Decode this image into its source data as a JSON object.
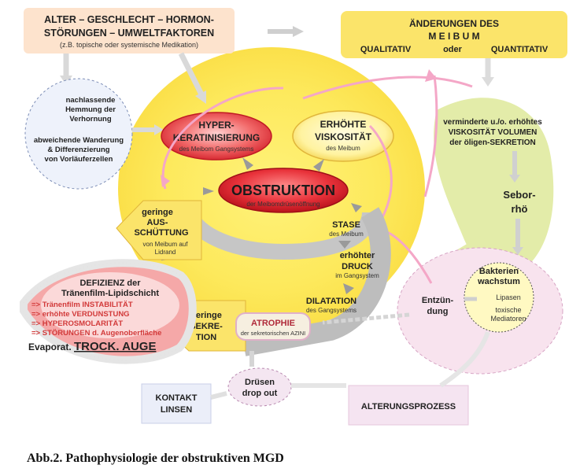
{
  "factors": {
    "line1": "ALTER – GESCHLECHT – HORMON-",
    "line2": "STÖRUNGEN – UMWELTFAKTOREN",
    "line3": "(z.B. topische oder systemische Medikation)"
  },
  "meibum_change": {
    "line1": "ÄNDERUNGEN DES",
    "line2": "M E I B U M",
    "qual": "QUALITATIV",
    "oder": "oder",
    "quant": "QUANTITATIV"
  },
  "hemmung": {
    "l1": "nachlassende",
    "l2": "Hemmung der",
    "l3": "Verhornung",
    "l4": "abweichende Wanderung",
    "l5": "& Differenzierung",
    "l6": "von Vorläuferzellen"
  },
  "hyperkeratinisierung": {
    "l1": "HYPER-",
    "l2": "KERATINISIERUNG",
    "sub": "des Meibom Gangsystems"
  },
  "viskositaet": {
    "l1": "ERHÖHTE",
    "l2": "VISKOSITÄT",
    "sub": "des Meibum"
  },
  "obstruktion": {
    "title": "OBSTRUKTION",
    "sub": "der Meibomdrüsenöffnung"
  },
  "secretion": {
    "l1": "verminderte u./o. erhöhtes",
    "l2": "VISKOSITÄT VOLUMEN",
    "l3": "der öligen-SEKRETION"
  },
  "seborrhoe": {
    "l1": "Sebor-",
    "l2": "rhö"
  },
  "ausschuettung": {
    "l1": "geringe",
    "l2": "AUS-",
    "l3": "SCHÜTTUNG",
    "l4": "von Meibum auf",
    "l5": "Lidrand"
  },
  "stase": {
    "title": "STASE",
    "sub": "des Meibum"
  },
  "druck": {
    "l1": "erhöhter",
    "l2": "DRUCK",
    "sub": "im Gangsystem"
  },
  "dilatation": {
    "title": "DILATATION",
    "sub": "des Gangsystems"
  },
  "sekretion": {
    "l1": "geringe",
    "l2": "SEKRE-",
    "l3": "TION"
  },
  "atrophie": {
    "title": "ATROPHIE",
    "sub": "der sekretorischen AZINI"
  },
  "defizienz": {
    "l1": "DEFIZIENZ der",
    "l2": "Tränenfilm-Lipidschicht",
    "r1": "=> Tränenfilm INSTABILITÄT",
    "r2": "=> erhöhte VERDUNSTUNG",
    "r3": "=> HYPEROSMOLARITÄT",
    "r4": "=> STÖRUNGEN d. Augenoberfläche",
    "final_prefix": "Evaporat.",
    "final_main": "TROCK. AUGE"
  },
  "bakterien": {
    "l1": "Bakterien",
    "l2": "wachstum",
    "l3": "Lipasen",
    "l4": "toxische",
    "l5": "Mediatoren"
  },
  "entzuendung": {
    "l1": "Entzün-",
    "l2": "dung"
  },
  "kontakt": {
    "l1": "KONTAKT",
    "l2": "LINSEN"
  },
  "druesen": {
    "l1": "Drüsen",
    "l2": "drop out"
  },
  "alterung": {
    "label": "ALTERUNGSPROZESS"
  },
  "caption": "Abb.2. Pathophysiologie der obstruktiven MGD"
}
